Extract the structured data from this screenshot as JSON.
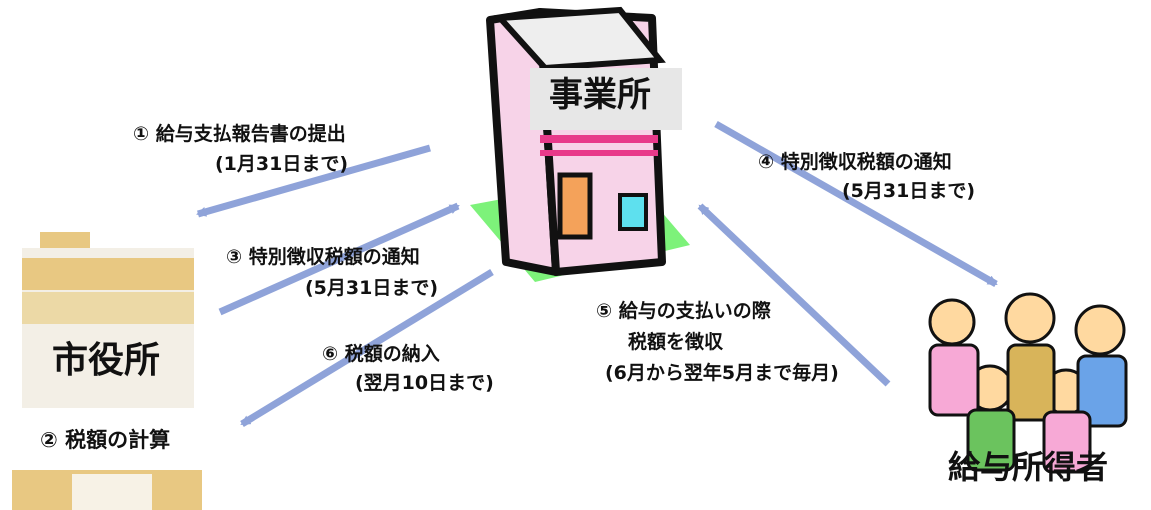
{
  "nodes": {
    "office": "事業所",
    "city_hall": "市役所",
    "employees": "給与所得者"
  },
  "steps": {
    "s1": {
      "title": "① 給与支払報告書の提出",
      "note": "(1月31日まで)"
    },
    "s2": {
      "title": "② 税額の計算"
    },
    "s3": {
      "title": "③ 特別徴収税額の通知",
      "note": "(5月31日まで)"
    },
    "s4": {
      "title": "④ 特別徴収税額の通知",
      "note": "(5月31日まで)"
    },
    "s5": {
      "title": "⑤ 給与の支払いの際",
      "line2": "税額を徴収",
      "note": "(6月から翌年5月まで毎月)"
    },
    "s6": {
      "title": "⑥ 税額の納入",
      "note": "(翌月10日まで)"
    }
  },
  "colors": {
    "arrow": "#8fa3d9",
    "ground": "#7df27a",
    "shop_wall": "#f7d3e8",
    "door": "#f4a25a",
    "window": "#5ee0ee"
  }
}
